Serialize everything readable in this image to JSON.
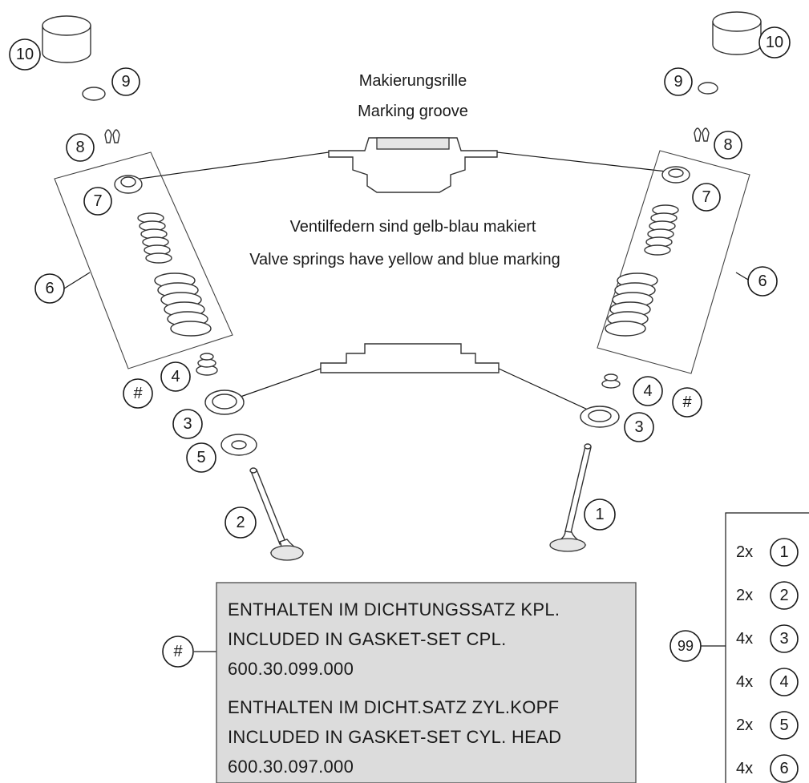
{
  "notes": {
    "groove_de": "Makierungsrille",
    "groove_en": "Marking groove",
    "springs_de": "Ventilfedern sind gelb-blau makiert",
    "springs_en": "Valve springs have yellow and blue marking"
  },
  "callouts": {
    "c10": "10",
    "c9": "9",
    "c8": "8",
    "c7": "7",
    "c6": "6",
    "c5": "5",
    "c4": "4",
    "c3": "3",
    "c2": "2",
    "c1": "1",
    "hash": "#",
    "c99": "99"
  },
  "gasket_box": {
    "line1": "ENTHALTEN IM DICHTUNGSSATZ KPL.",
    "line2": "INCLUDED IN GASKET-SET CPL.",
    "line3": "600.30.099.000",
    "line4": "ENTHALTEN IM DICHT.SATZ ZYL.KOPF",
    "line5": "INCLUDED IN GASKET-SET CYL. HEAD",
    "line6": "600.30.097.000",
    "fill_color": "#dcdcdc"
  },
  "kit": {
    "rows": [
      {
        "qty": "2x",
        "part": "1"
      },
      {
        "qty": "2x",
        "part": "2"
      },
      {
        "qty": "4x",
        "part": "3"
      },
      {
        "qty": "4x",
        "part": "4"
      },
      {
        "qty": "2x",
        "part": "5"
      },
      {
        "qty": "4x",
        "part": "6"
      }
    ]
  }
}
